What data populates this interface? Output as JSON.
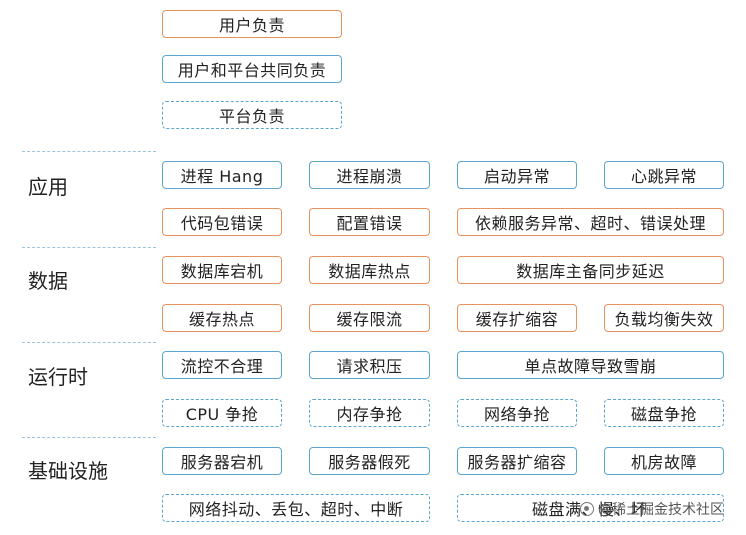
{
  "legend": {
    "user": "用户负责",
    "shared": "用户和平台共同负责",
    "platform": "平台负责"
  },
  "categories": {
    "app": "应用",
    "data": "数据",
    "runtime": "运行时",
    "infra": "基础设施"
  },
  "app": {
    "process_hang": "进程 Hang",
    "process_crash": "进程崩溃",
    "startup_error": "启动异常",
    "heartbeat_error": "心跳异常",
    "code_bug": "代码包错误",
    "config_error": "配置错误",
    "dependency_error": "依赖服务异常、超时、错误处理"
  },
  "data": {
    "db_down": "数据库宕机",
    "db_hotspot": "数据库热点",
    "db_replication_lag": "数据库主备同步延迟",
    "cache_hotspot": "缓存热点",
    "cache_throttle": "缓存限流",
    "cache_scaling": "缓存扩缩容",
    "lb_failure": "负载均衡失效"
  },
  "runtime": {
    "flow_control": "流控不合理",
    "request_backlog": "请求积压",
    "spof_avalanche": "单点故障导致雪崩",
    "cpu_contention": "CPU 争抢",
    "memory_contention": "内存争抢",
    "network_contention": "网络争抢",
    "disk_contention": "磁盘争抢"
  },
  "infra": {
    "server_down": "服务器宕机",
    "server_hang": "服务器假死",
    "server_scaling": "服务器扩缩容",
    "datacenter_failure": "机房故障",
    "network_issues": "网络抖动、丢包、超时、中断",
    "disk_issues": "磁盘满、慢、坏"
  },
  "watermark": {
    "text": "@稀土掘金技术社区",
    "icon": "juejin-logo-icon"
  },
  "colors": {
    "user_border": "#e8935d",
    "shared_border": "#5aa6cf",
    "platform_border": "#5aa6cf"
  }
}
